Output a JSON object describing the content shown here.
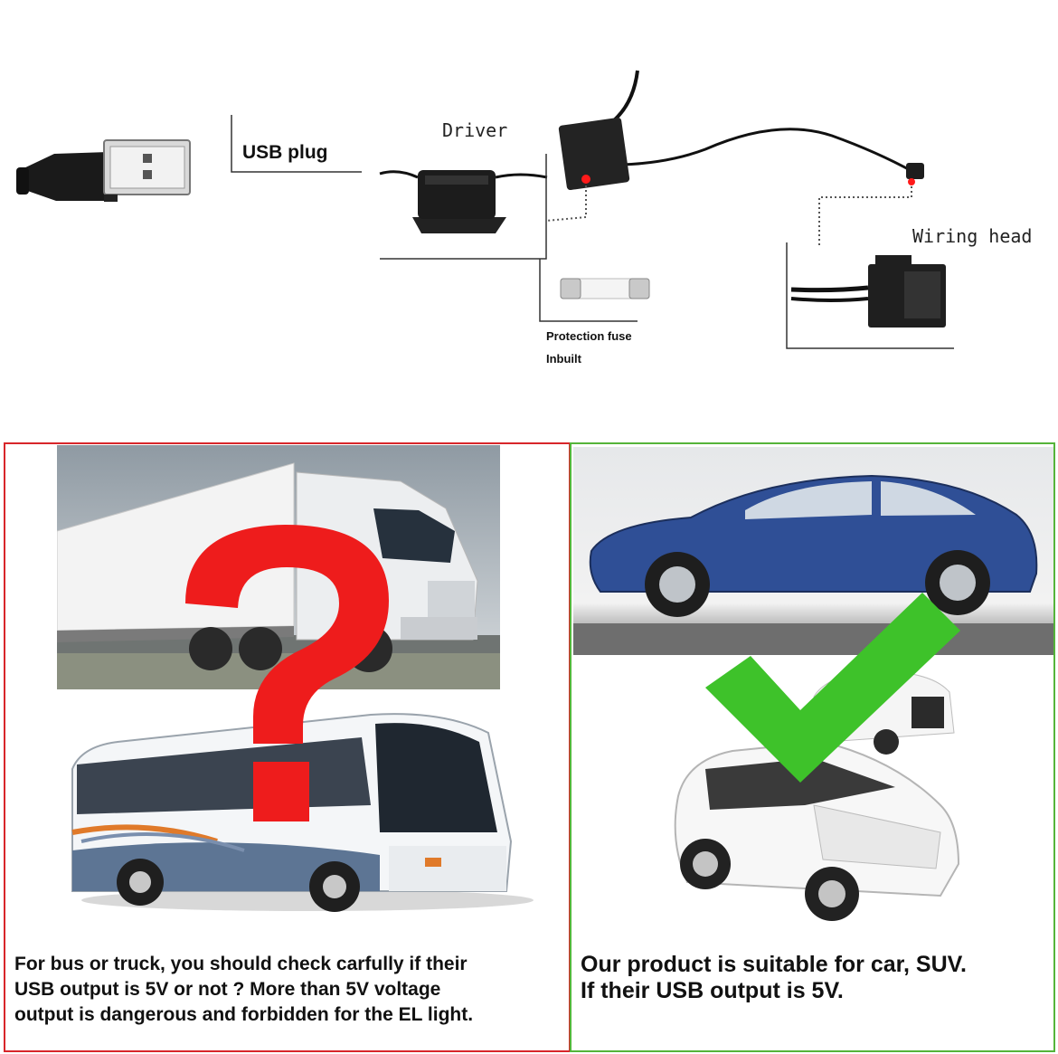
{
  "diagram": {
    "usb_plug_label": "USB plug",
    "driver_label": "Driver",
    "wiring_head_label": "Wiring head",
    "fuse_label_line1": "Protection fuse",
    "fuse_label_line2": "Inbuilt"
  },
  "left_panel": {
    "border_color": "#d8262a",
    "question_mark_color": "#ee1c1c",
    "caption_lines": [
      "For bus or truck, you should check carfully if their",
      "USB output is 5V or not ?  More than 5V voltage",
      "output is dangerous and forbidden for the EL light."
    ]
  },
  "right_panel": {
    "border_color": "#55b43a",
    "checkmark_color": "#3ec22a",
    "caption_lines": [
      "Our product is suitable for car, SUV.",
      "If their USB output is 5V."
    ]
  }
}
